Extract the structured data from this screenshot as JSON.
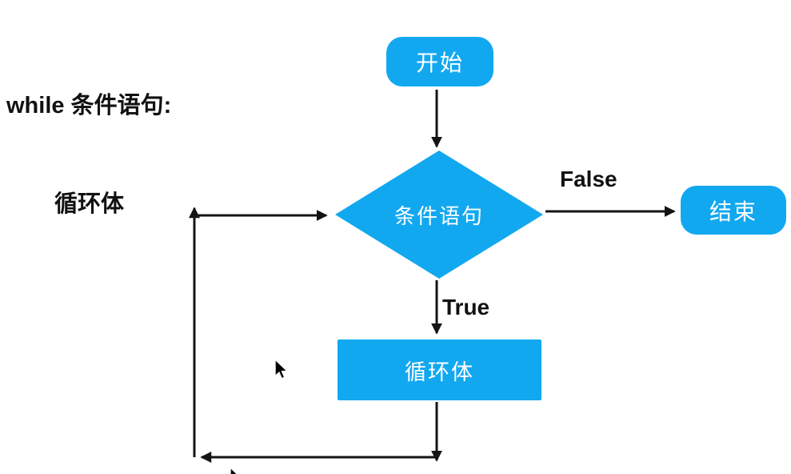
{
  "annotation": {
    "line1": "while 条件语句:",
    "line2": "循环体"
  },
  "flowchart": {
    "start_label": "开始",
    "condition_label": "条件语句",
    "loop_body_label": "循环体",
    "end_label": "结束",
    "true_label": "True",
    "false_label": "False",
    "edges": [
      {
        "from": "start",
        "to": "condition",
        "label": ""
      },
      {
        "from": "condition",
        "to": "end",
        "label": "False"
      },
      {
        "from": "condition",
        "to": "loop_body",
        "label": "True"
      },
      {
        "from": "loop_body",
        "to": "condition",
        "label": ""
      }
    ]
  },
  "icons": {
    "cursor": "mouse-pointer"
  },
  "colors": {
    "node_fill": "#12A8F0",
    "node_text": "#FFFFFF",
    "line": "#141414",
    "label_text": "#111111",
    "background": "#FFFFFF"
  }
}
